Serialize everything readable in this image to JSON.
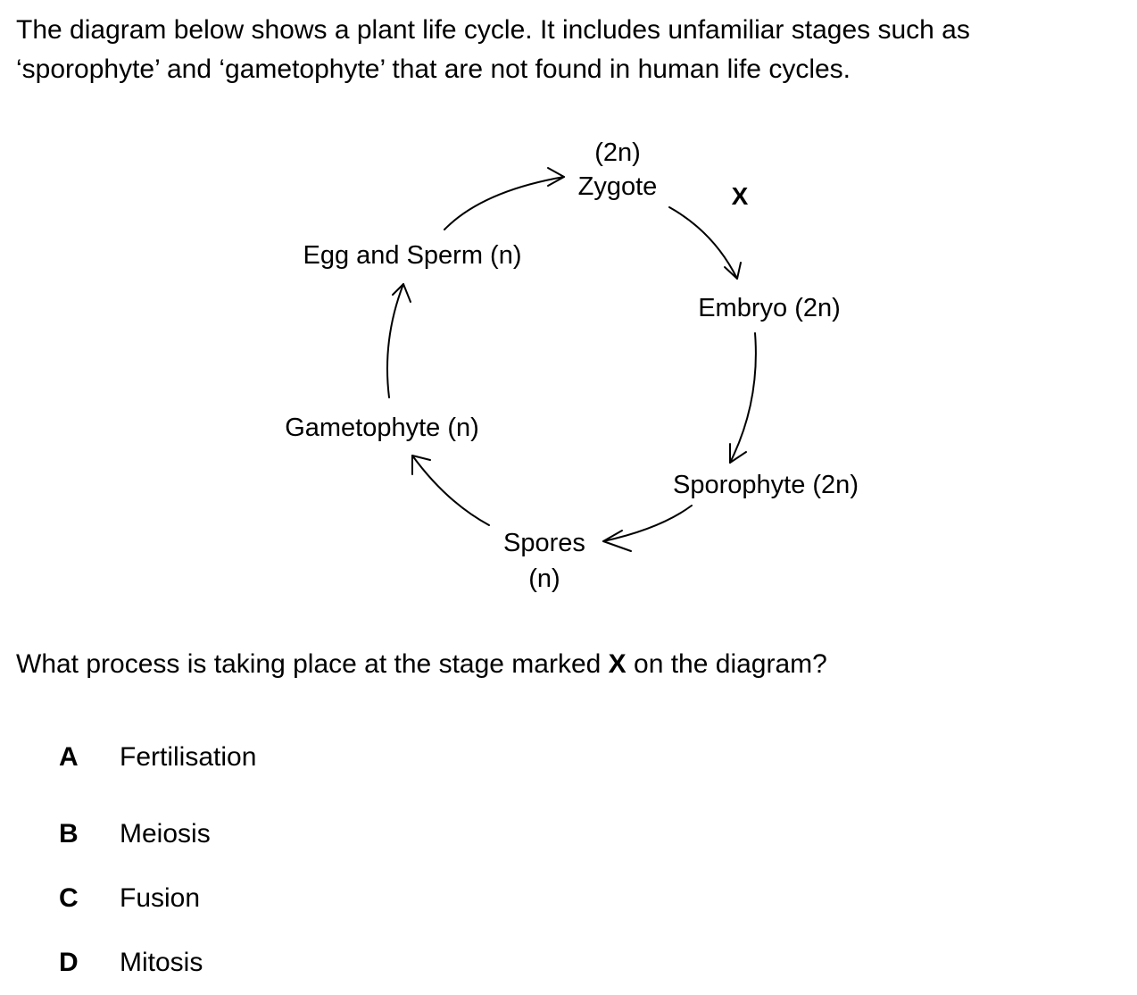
{
  "intro": {
    "line1": "The diagram below shows a plant life cycle. It includes unfamiliar stages such as",
    "line2": "‘sporophyte’ and ‘gametophyte’ that are not found in human life cycles."
  },
  "diagram": {
    "zygote_ploidy": "(2n)",
    "zygote": "Zygote",
    "x_marker": "X",
    "embryo": "Embryo (2n)",
    "sporophyte": "Sporophyte (2n)",
    "spores": "Spores",
    "spores_ploidy": "(n)",
    "gametophyte": "Gametophyte (n)",
    "egg_and_sperm": "Egg and Sperm (n)"
  },
  "question": {
    "before": "What process is taking place at the stage marked ",
    "marker": "X",
    "after": " on the diagram?"
  },
  "options": [
    {
      "letter": "A",
      "label": "Fertilisation"
    },
    {
      "letter": "B",
      "label": "Meiosis"
    },
    {
      "letter": "C",
      "label": "Fusion"
    },
    {
      "letter": "D",
      "label": "Mitosis"
    }
  ]
}
